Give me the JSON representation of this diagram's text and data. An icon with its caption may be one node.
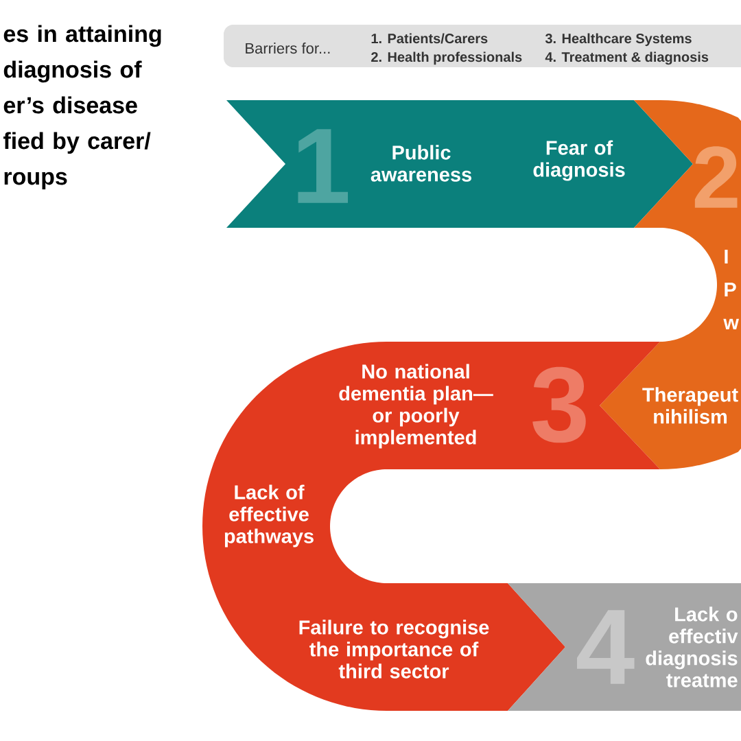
{
  "diagram": {
    "title": "es in attaining diagnosis of er’s disease fied by carer/ roups",
    "nodes": [
      {
        "text": [
          "Barriers for...",
          "1. Patients/Carers",
          "2. Health professionals",
          "3. Healthcare Systems",
          "4. Treatment & diagnosis"
        ]
      },
      {
        "text": [
          "1",
          "Public awareness",
          "Fear of diagnosis"
        ]
      },
      {
        "text": [
          "2",
          "I P w",
          "Therapeut nihilism"
        ]
      },
      {
        "text": [
          "3",
          "No national dementia plan— or poorly implemented",
          "Lack of effective pathways",
          "Failure to recognise the importance of third sector"
        ]
      },
      {
        "text": [
          "4",
          "Lack o effectiv diagnosis treatme"
        ]
      }
    ]
  }
}
